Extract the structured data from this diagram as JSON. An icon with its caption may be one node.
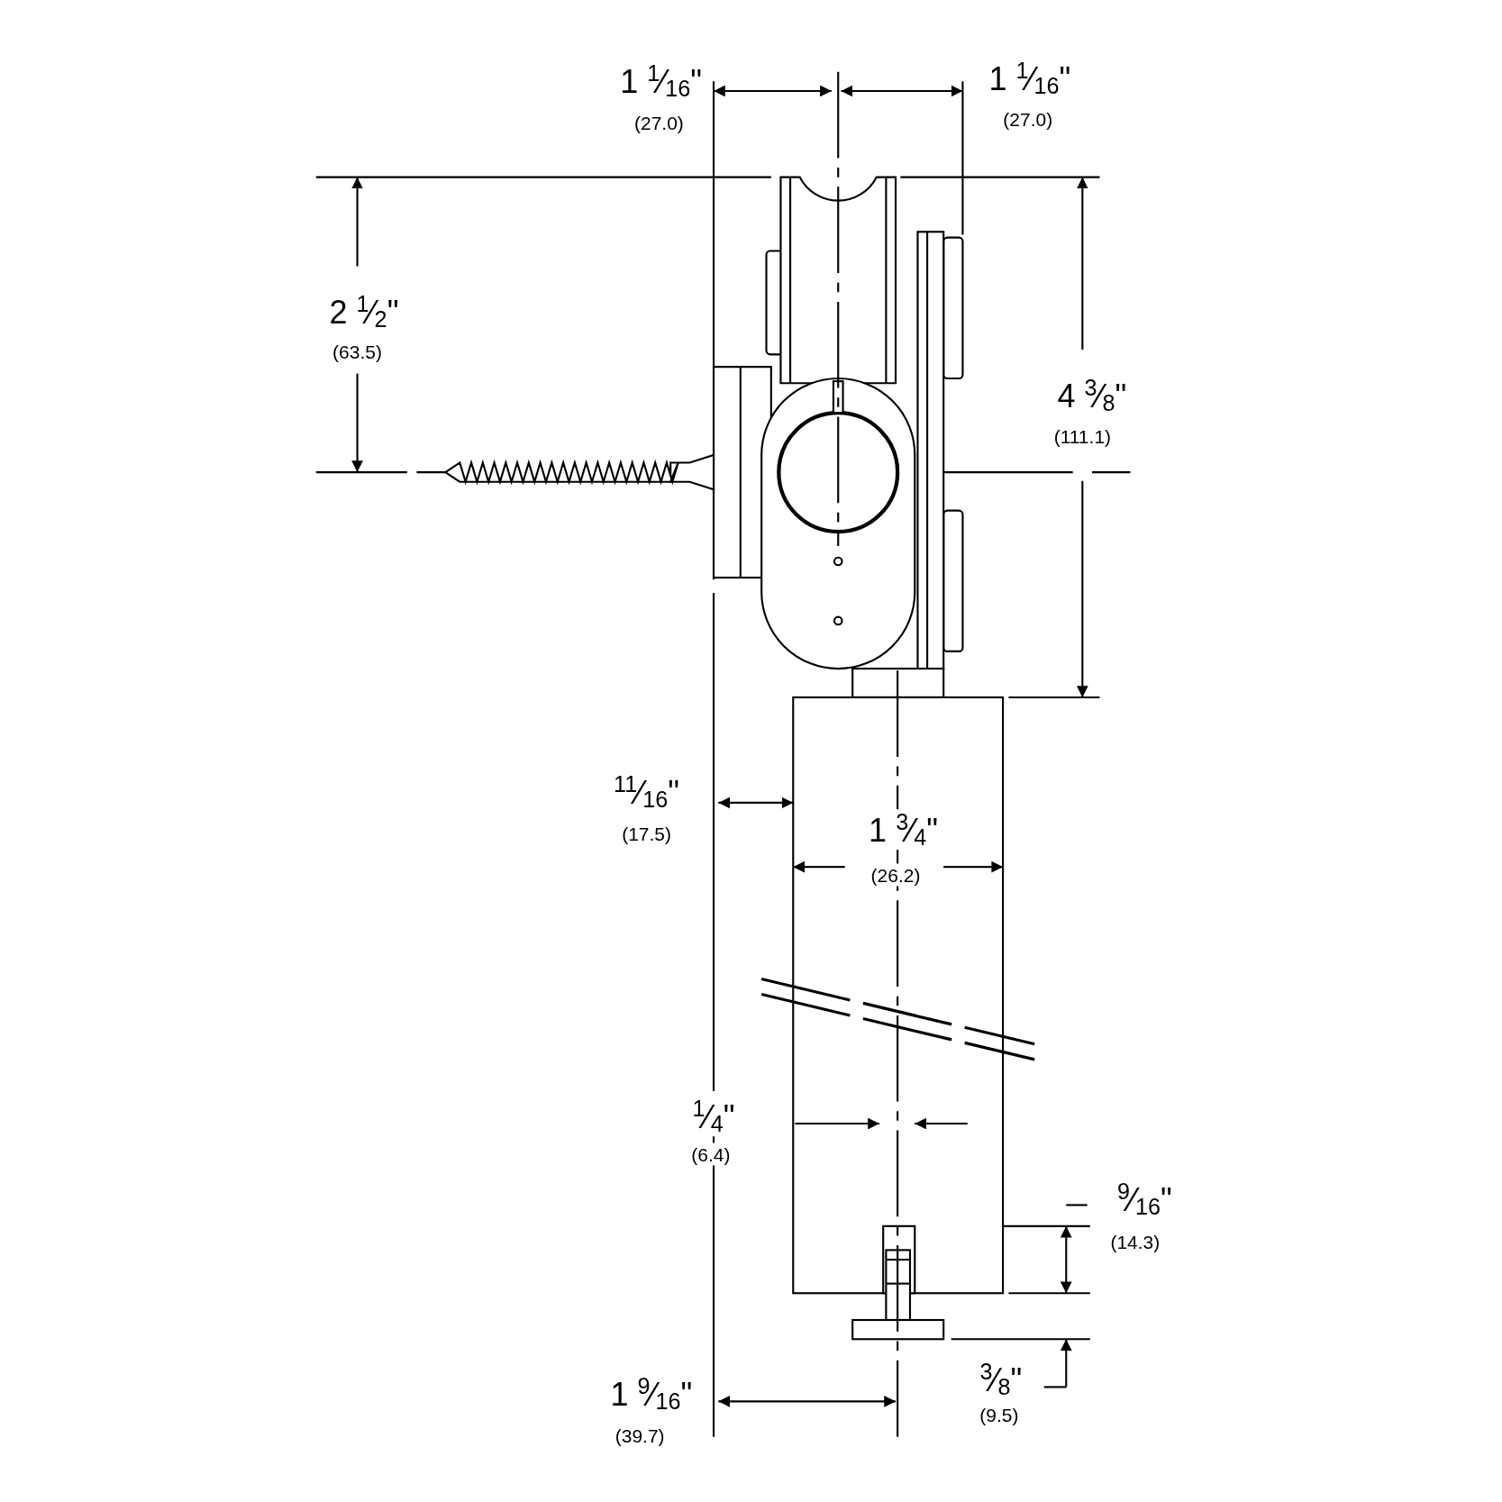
{
  "diagram": {
    "labels": [
      "1 $^{1}$⁄$_{16}$\"",
      "(27.0)",
      "1 $^{1}$⁄$_{16}$\"",
      "(27.0)",
      "2 $^{1}$⁄$_{2}$\"",
      "(63.5)",
      "4 $^{3}$⁄$_{8}$\"",
      "(111.1)",
      "$^{11}$⁄$_{16}$\"",
      "(17.5)",
      "1 $^{3}$⁄$_{4}$\"",
      "(26.2)",
      "$^{1}$⁄$_{4}$\"",
      "(6.4)",
      "$^{9}$⁄$_{16}$\"",
      "(14.3)",
      "1 $^{9}$⁄$_{16}$\"",
      "(39.7)",
      "$^{3}$⁄$_{8}$\"",
      "(9.5)"
    ]
  }
}
